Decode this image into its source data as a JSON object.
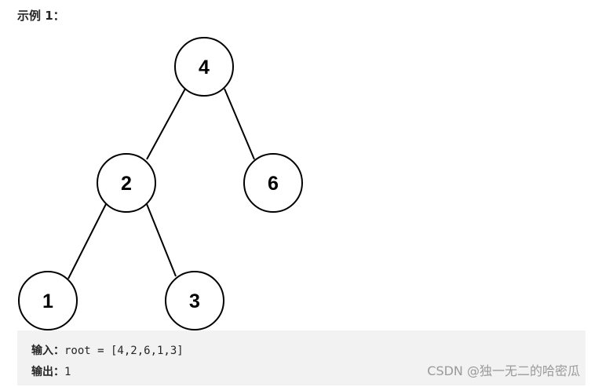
{
  "example": {
    "title": "示例 1："
  },
  "tree": {
    "nodes": [
      {
        "id": "root",
        "label": "4"
      },
      {
        "id": "left",
        "label": "2"
      },
      {
        "id": "right",
        "label": "6"
      },
      {
        "id": "left-left",
        "label": "1"
      },
      {
        "id": "left-right",
        "label": "3"
      }
    ]
  },
  "io": {
    "input_label": "输入：",
    "input_value": "root = [4,2,6,1,3]",
    "output_label": "输出：",
    "output_value": "1"
  },
  "watermark": {
    "text": "CSDN @独一无二的哈密瓜"
  },
  "colors": {
    "io_background": "#f2f2f2",
    "watermark": "#9a9a9a"
  }
}
